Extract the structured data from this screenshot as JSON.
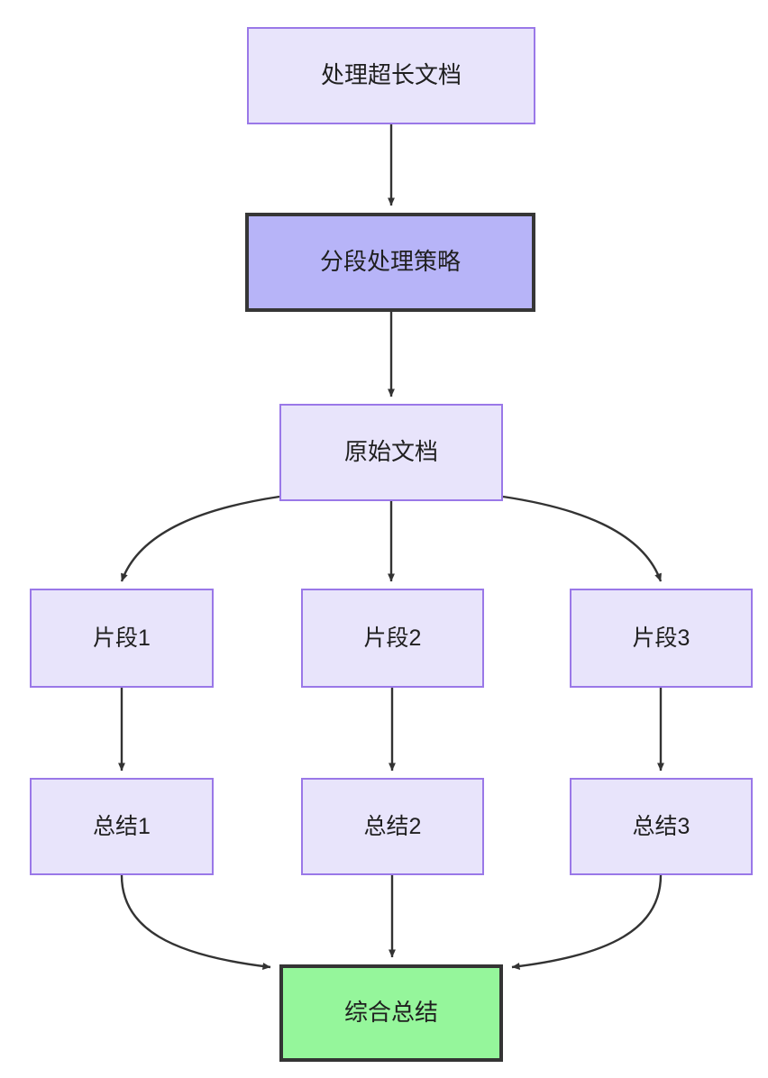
{
  "diagram": {
    "type": "flowchart",
    "direction": "top-to-bottom",
    "background_color": "#ffffff",
    "edge_color": "#333333",
    "nodes": {
      "root": {
        "label": "处理超长文档",
        "fill": "#e8e4fb",
        "border": "#9a78e8"
      },
      "strategy": {
        "label": "分段处理策略",
        "fill": "#b7b4f8",
        "border": "#363636"
      },
      "source": {
        "label": "原始文档",
        "fill": "#e8e4fb",
        "border": "#9a78e8"
      },
      "segment_1": {
        "label": "片段1",
        "fill": "#e8e4fb",
        "border": "#9a78e8"
      },
      "segment_2": {
        "label": "片段2",
        "fill": "#e8e4fb",
        "border": "#9a78e8"
      },
      "segment_3": {
        "label": "片段3",
        "fill": "#e8e4fb",
        "border": "#9a78e8"
      },
      "summary_1": {
        "label": "总结1",
        "fill": "#e8e4fb",
        "border": "#9a78e8"
      },
      "summary_2": {
        "label": "总结2",
        "fill": "#e8e4fb",
        "border": "#9a78e8"
      },
      "summary_3": {
        "label": "总结3",
        "fill": "#e8e4fb",
        "border": "#9a78e8"
      },
      "final": {
        "label": "综合总结",
        "fill": "#95f69b",
        "border": "#343434"
      }
    },
    "edges": [
      {
        "from": "root",
        "to": "strategy",
        "shape": "straight",
        "label": ""
      },
      {
        "from": "strategy",
        "to": "source",
        "shape": "straight",
        "label": ""
      },
      {
        "from": "source",
        "to": "segment_1",
        "shape": "curve",
        "label": ""
      },
      {
        "from": "source",
        "to": "segment_2",
        "shape": "straight",
        "label": ""
      },
      {
        "from": "source",
        "to": "segment_3",
        "shape": "curve",
        "label": ""
      },
      {
        "from": "segment_1",
        "to": "summary_1",
        "shape": "straight",
        "label": ""
      },
      {
        "from": "segment_2",
        "to": "summary_2",
        "shape": "straight",
        "label": ""
      },
      {
        "from": "segment_3",
        "to": "summary_3",
        "shape": "straight",
        "label": ""
      },
      {
        "from": "summary_1",
        "to": "final",
        "shape": "curve",
        "label": ""
      },
      {
        "from": "summary_2",
        "to": "final",
        "shape": "straight",
        "label": ""
      },
      {
        "from": "summary_3",
        "to": "final",
        "shape": "curve",
        "label": ""
      }
    ]
  }
}
